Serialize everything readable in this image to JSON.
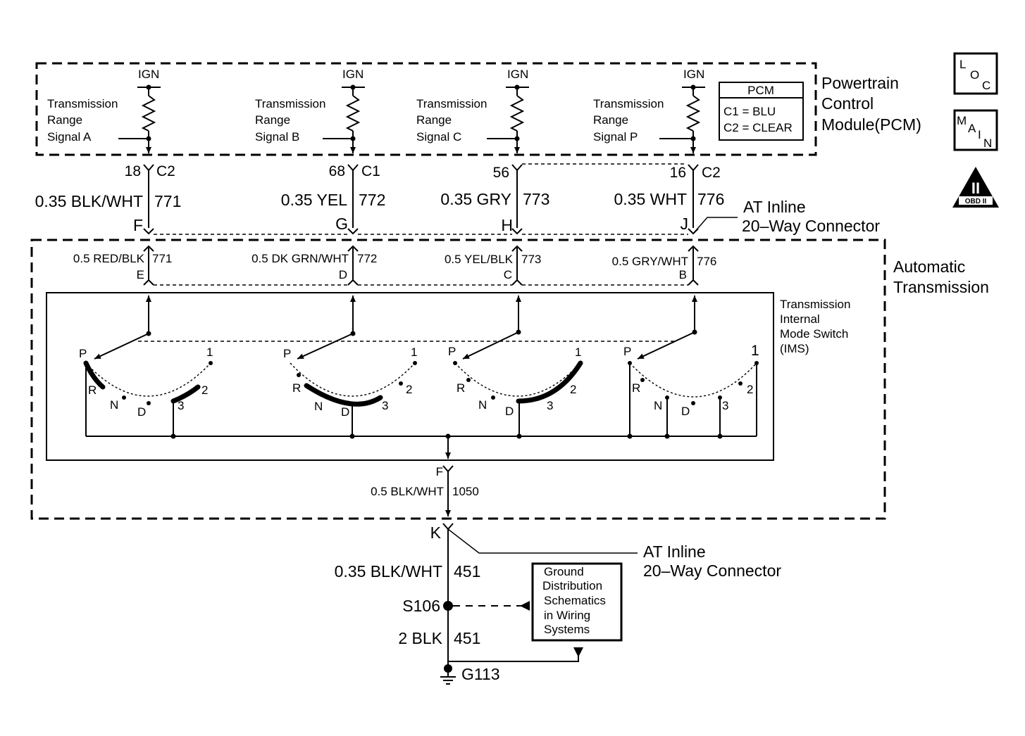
{
  "pcm": {
    "title_l1": "Powertrain",
    "title_l2": "Control",
    "title_l3": "Module(PCM)",
    "box_title": "PCM",
    "box_c1": "C1 = BLU",
    "box_c2": "C2 = CLEAR",
    "ign": "IGN"
  },
  "icons": {
    "loc_l": "L",
    "loc_o": "O",
    "loc_c": "C",
    "main_m": "M",
    "main_a": "A",
    "main_i": "I",
    "main_n": "N",
    "obd_mark": "II",
    "obd_text": "OBD II"
  },
  "signals": [
    {
      "l1": "Transmission",
      "l2": "Range",
      "l3": "Signal A",
      "pin": "18",
      "conn": "C2",
      "wire": "0.35 BLK/WHT",
      "circuit": "771",
      "inline_pin": "F",
      "at_wire": "0.5 RED/BLK",
      "at_circuit": "771",
      "at_pin": "E"
    },
    {
      "l1": "Transmission",
      "l2": "Range",
      "l3": "Signal B",
      "pin": "68",
      "conn": "C1",
      "wire": "0.35 YEL",
      "circuit": "772",
      "inline_pin": "G",
      "at_wire": "0.5 DK GRN/WHT",
      "at_circuit": "772",
      "at_pin": "D"
    },
    {
      "l1": "Transmission",
      "l2": "Range",
      "l3": "Signal C",
      "pin": "56",
      "conn": "",
      "wire": "0.35 GRY",
      "circuit": "773",
      "inline_pin": "H",
      "at_wire": "0.5 YEL/BLK",
      "at_circuit": "773",
      "at_pin": "C"
    },
    {
      "l1": "Transmission",
      "l2": "Range",
      "l3": "Signal P",
      "pin": "16",
      "conn": "C2",
      "wire": "0.35 WHT",
      "circuit": "776",
      "inline_pin": "J",
      "at_wire": "0.5 GRY/WHT",
      "at_circuit": "776",
      "at_pin": "B"
    }
  ],
  "connectors": {
    "inline_top_l1": "AT Inline",
    "inline_top_l2": "20–Way Connector",
    "inline_bottom_l1": "AT Inline",
    "inline_bottom_l2": "20–Way Connector"
  },
  "transmission": {
    "title_l1": "Automatic",
    "title_l2": "Transmission",
    "ims_l1": "Transmission",
    "ims_l2": "Internal",
    "ims_l3": "Mode Switch",
    "ims_l4": "(IMS)",
    "positions": [
      "P",
      "R",
      "N",
      "D",
      "3",
      "2",
      "1"
    ],
    "ground_pin": "F",
    "ground_wire": "0.5 BLK/WHT",
    "ground_circuit": "1050"
  },
  "ground": {
    "k_pin": "K",
    "wire1": "0.35 BLK/WHT",
    "circuit1": "451",
    "splice": "S106",
    "wire2": "2 BLK",
    "circuit2": "451",
    "ground_id": "G113",
    "ref_l1": "Ground",
    "ref_l2": "Distribution",
    "ref_l3": "Schematics",
    "ref_l4": "in Wiring",
    "ref_l5": "Systems"
  }
}
